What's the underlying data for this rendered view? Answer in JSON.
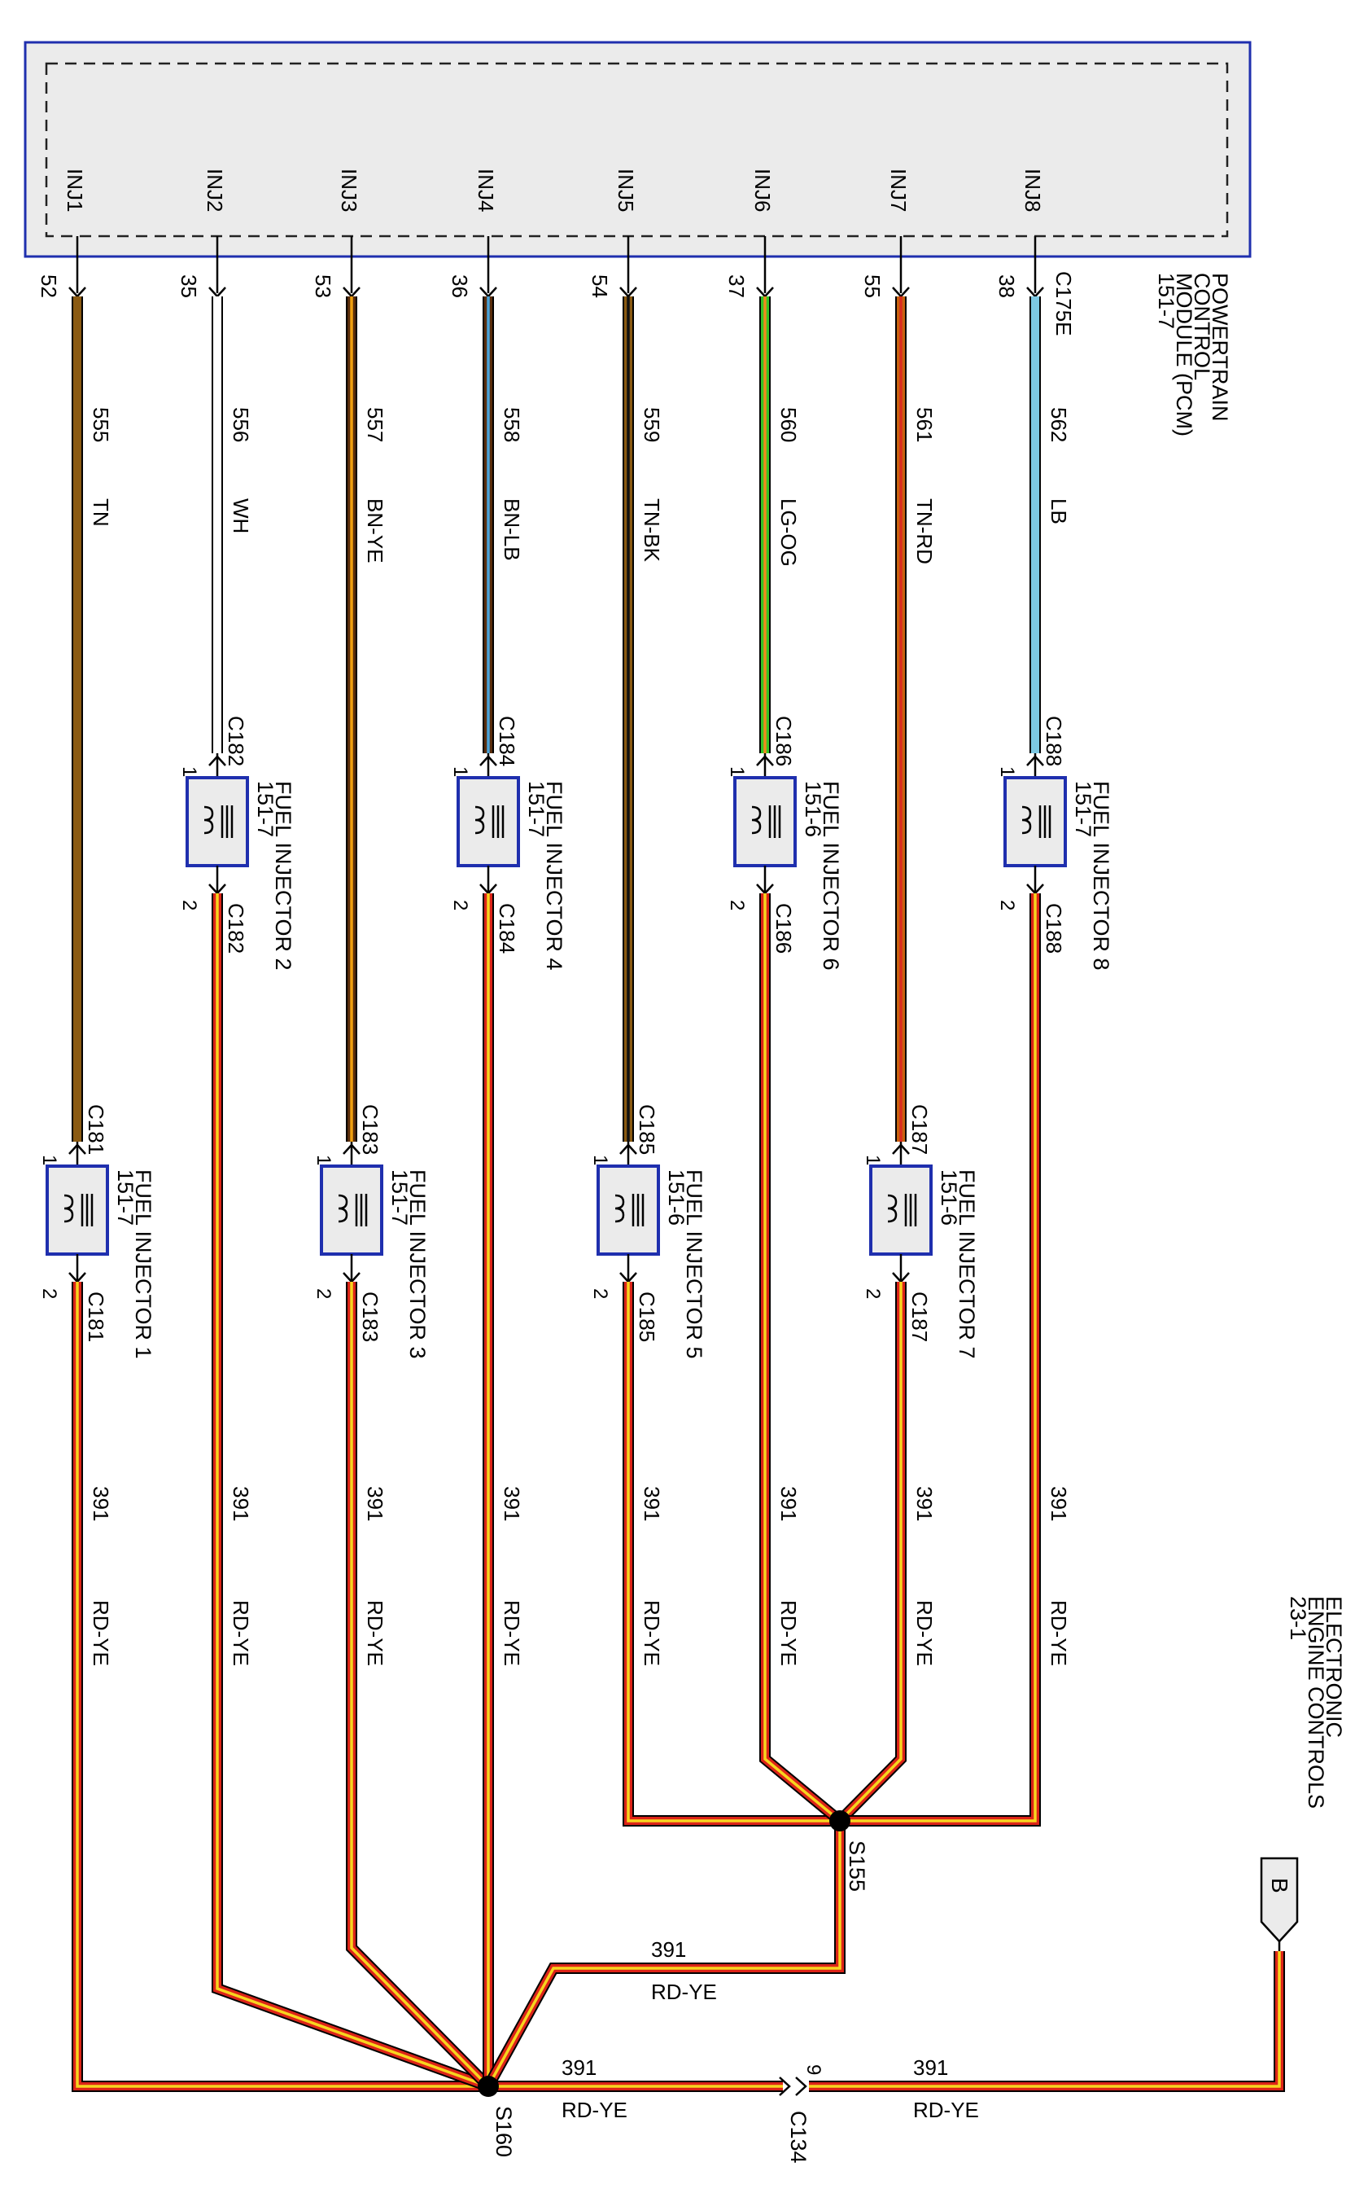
{
  "pcm": {
    "title_lines": [
      "POWERTRAIN",
      "CONTROL",
      "MODULE (PCM)",
      "151-7"
    ],
    "connector": "C175E",
    "box_fill": "#ebebeb",
    "box_border": "#1f2fae"
  },
  "circuits": [
    {
      "pin_label": "INJ1",
      "pin": "52",
      "circuit": "555",
      "color_code": "TN",
      "colors": [
        "#8a5a12",
        "#8a5a12"
      ],
      "injector_connector": "C181",
      "injector": "FUEL INJECTOR 1",
      "injector_ref": "151-7"
    },
    {
      "pin_label": "INJ2",
      "pin": "35",
      "circuit": "556",
      "color_code": "WH",
      "colors": [
        "#ffffff",
        "#ffffff"
      ],
      "injector_connector": "C182",
      "injector": "FUEL INJECTOR 2",
      "injector_ref": "151-7"
    },
    {
      "pin_label": "INJ3",
      "pin": "53",
      "circuit": "557",
      "color_code": "BN-YE",
      "colors": [
        "#5a2d0c",
        "#f0a010"
      ],
      "injector_connector": "C183",
      "injector": "FUEL INJECTOR 3",
      "injector_ref": "151-7"
    },
    {
      "pin_label": "INJ4",
      "pin": "36",
      "circuit": "558",
      "color_code": "BN-LB",
      "colors": [
        "#5a2d0c",
        "#4aa3d8"
      ],
      "injector_connector": "C184",
      "injector": "FUEL INJECTOR 4",
      "injector_ref": "151-7"
    },
    {
      "pin_label": "INJ5",
      "pin": "54",
      "circuit": "559",
      "color_code": "TN-BK",
      "colors": [
        "#8a5a12",
        "#111111"
      ],
      "injector_connector": "C185",
      "injector": "FUEL INJECTOR 5",
      "injector_ref": "151-6"
    },
    {
      "pin_label": "INJ6",
      "pin": "37",
      "circuit": "560",
      "color_code": "LG-OG",
      "colors": [
        "#35c426",
        "#ef8a1c"
      ],
      "injector_connector": "C186",
      "injector": "FUEL INJECTOR 6",
      "injector_ref": "151-6"
    },
    {
      "pin_label": "INJ7",
      "pin": "55",
      "circuit": "561",
      "color_code": "TN-RD",
      "colors": [
        "#c8620f",
        "#d92b1f"
      ],
      "injector_connector": "C187",
      "injector": "FUEL INJECTOR 7",
      "injector_ref": "151-6"
    },
    {
      "pin_label": "INJ8",
      "pin": "38",
      "circuit": "562",
      "color_code": "LB",
      "colors": [
        "#7cc8e2",
        "#7cc8e2"
      ],
      "injector_connector": "C188",
      "injector": "FUEL INJECTOR 8",
      "injector_ref": "151-7"
    }
  ],
  "injector_pins": {
    "in": "1",
    "out": "2"
  },
  "return_wire": {
    "circuit": "391",
    "color_code": "RD-YE",
    "colors": [
      "#dc2418",
      "#f7d51e"
    ]
  },
  "splices": {
    "s155": "S155",
    "s160": "S160"
  },
  "c134": {
    "name": "C134",
    "pin": "9"
  },
  "eec": {
    "lines": [
      "ELECTRONIC",
      "ENGINE CONTROLS",
      "23-1"
    ],
    "tag": "B"
  }
}
